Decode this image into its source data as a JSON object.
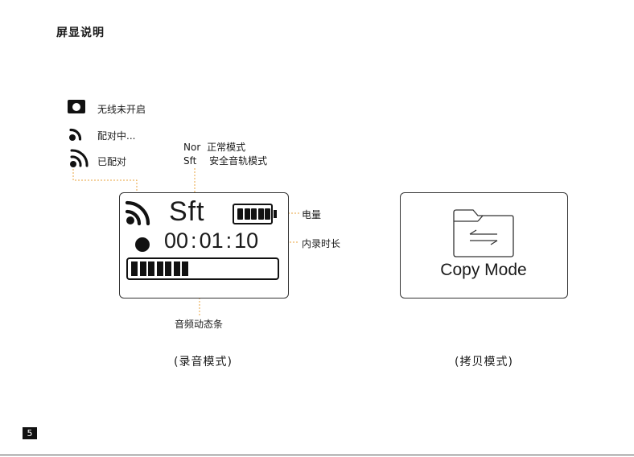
{
  "title": "屏显说明",
  "legend": {
    "off": "无线未开启",
    "pairing": "配对中...",
    "paired": "已配对"
  },
  "modes": {
    "nor_code": "Nor",
    "nor_desc": "正常模式",
    "sft_code": "Sft",
    "sft_desc": "安全音轨模式"
  },
  "lcd": {
    "mode": "Sft",
    "timer": {
      "hours": "00",
      "minutes": "01",
      "seconds": "10",
      "separator": ":"
    },
    "battery_level_bars": 5,
    "battery_level_total": 5,
    "audio_level_bars": 7
  },
  "callouts": {
    "battery": "电量",
    "record_time": "内录时长",
    "audio_level": "音频动态条"
  },
  "captions": {
    "record_mode": "(录音模式)",
    "copy_mode": "(拷贝模式)"
  },
  "copy_screen": {
    "label": "Copy Mode"
  },
  "page_number": "5",
  "colors": {
    "ink": "#111111",
    "callout_line": "#e8a33c"
  },
  "icons": [
    "wifi-off-icon",
    "wifi-pairing-icon",
    "wifi-paired-icon",
    "battery-icon",
    "record-dot-icon",
    "folder-transfer-icon"
  ]
}
